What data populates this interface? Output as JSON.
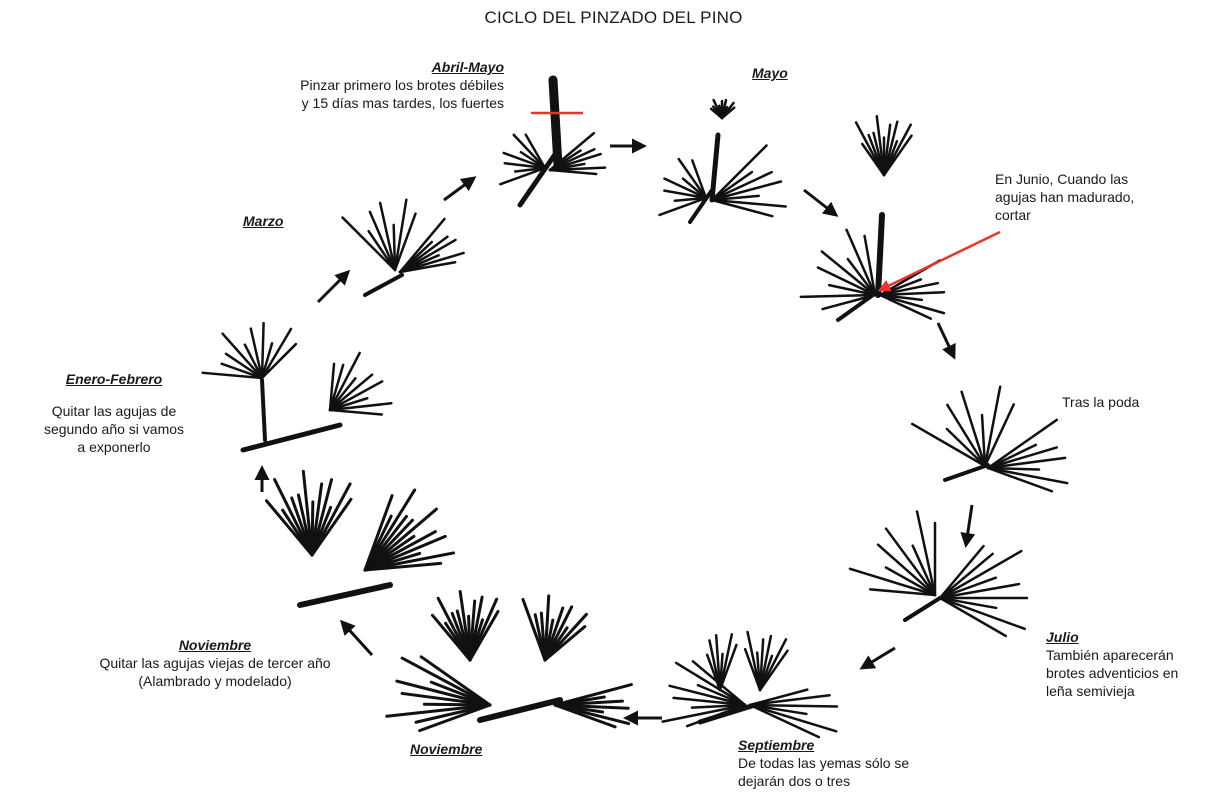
{
  "title": "CICLO DEL PINZADO DEL PINO",
  "colors": {
    "ink": "#111111",
    "accent": "#e8342c"
  },
  "stages": {
    "abril_mayo": {
      "month": "Abril-Mayo",
      "note_1": "Pinzar primero los brotes débiles",
      "note_2": "y 15 días mas tardes, los fuertes"
    },
    "mayo": {
      "month": "Mayo"
    },
    "junio": {
      "note_1": "En Junio, Cuando las",
      "note_2": "agujas han madurado,",
      "note_3": "cortar"
    },
    "tras_poda": {
      "note": "Tras la poda"
    },
    "julio": {
      "month": "Julio",
      "note_1": "También aparecerán",
      "note_2": "brotes adventicios en",
      "note_3": "leña semivieja"
    },
    "septiembre": {
      "month": "Septiembre",
      "note_1": "De todas las yemas sólo se",
      "note_2": "dejarán dos o tres"
    },
    "noviembre_bottom": {
      "month": "Noviembre"
    },
    "noviembre_left": {
      "month": "Noviembre",
      "note_1": "Quitar las agujas viejas de tercer año",
      "note_2": "(Alambrado y modelado)"
    },
    "enero_febrero": {
      "month": "Enero-Febrero",
      "note_1": "Quitar las agujas de",
      "note_2": "segundo año si vamos",
      "note_3": "a exponerlo"
    },
    "marzo": {
      "month": "Marzo"
    }
  }
}
